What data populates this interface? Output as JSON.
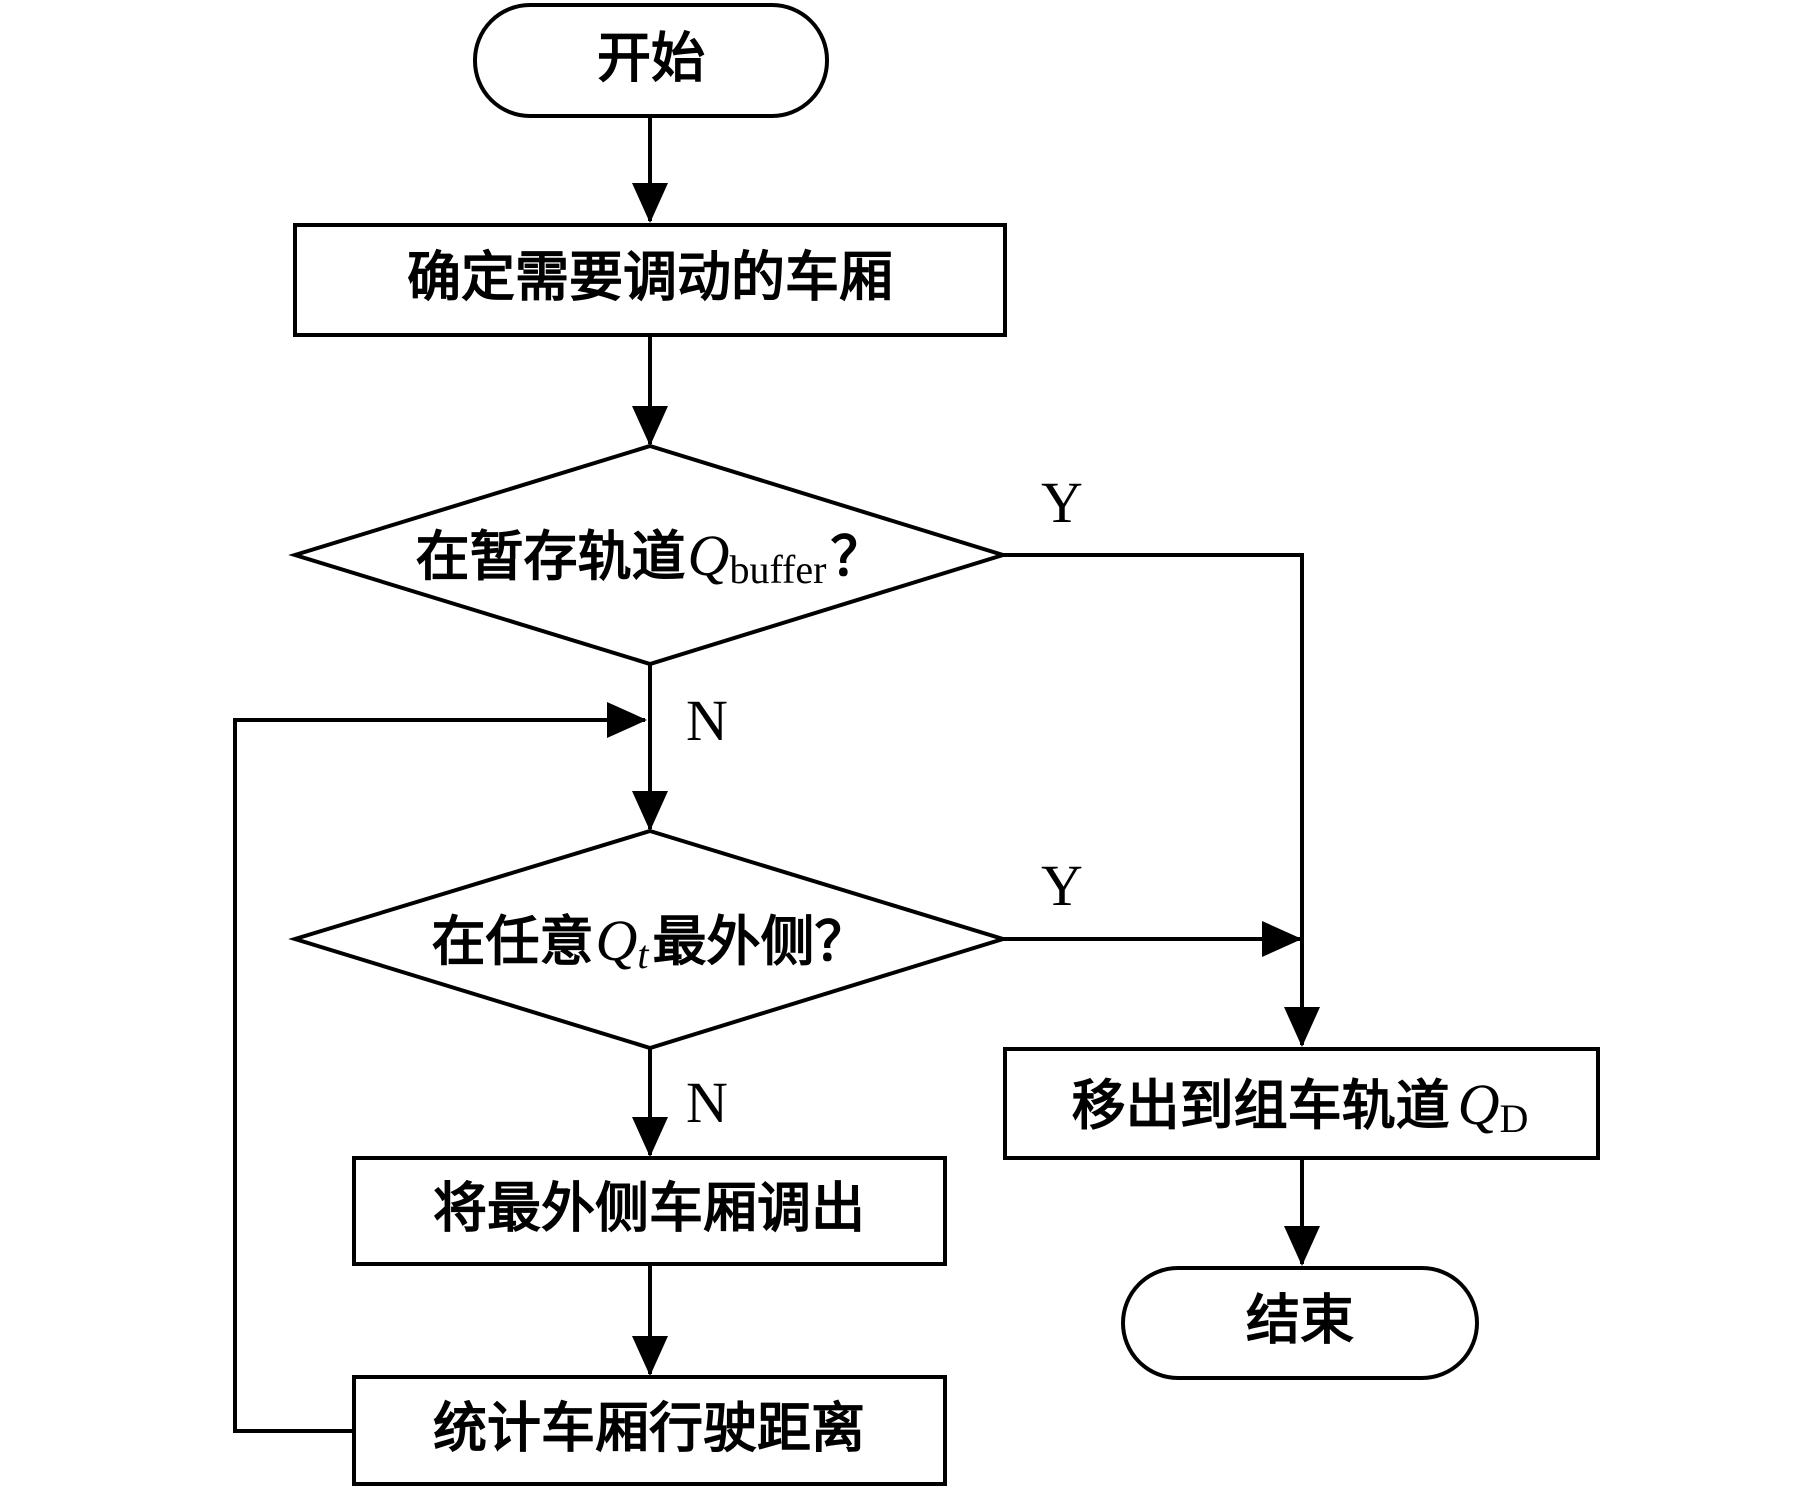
{
  "nodes": {
    "start": {
      "label": "开始"
    },
    "determine": {
      "label": "确定需要调动的车厢"
    },
    "decision_buffer": {
      "prefix": "在暂存轨道",
      "symbol": "Q",
      "subscript": "buffer",
      "suffix": "？"
    },
    "decision_outermost": {
      "prefix": "在任意",
      "symbol": "Q",
      "subscript": "t",
      "suffix": "最外侧？"
    },
    "move_out": {
      "prefix": "移出到组车轨道",
      "symbol": "Q",
      "subscript": "D"
    },
    "shunt_out": {
      "label": "将最外侧车厢调出"
    },
    "count_distance": {
      "label": "统计车厢行驶距离"
    },
    "end": {
      "label": "结束"
    }
  },
  "edge_labels": {
    "buffer_yes": "Y",
    "buffer_no": "N",
    "outermost_yes": "Y",
    "outermost_no": "N"
  }
}
